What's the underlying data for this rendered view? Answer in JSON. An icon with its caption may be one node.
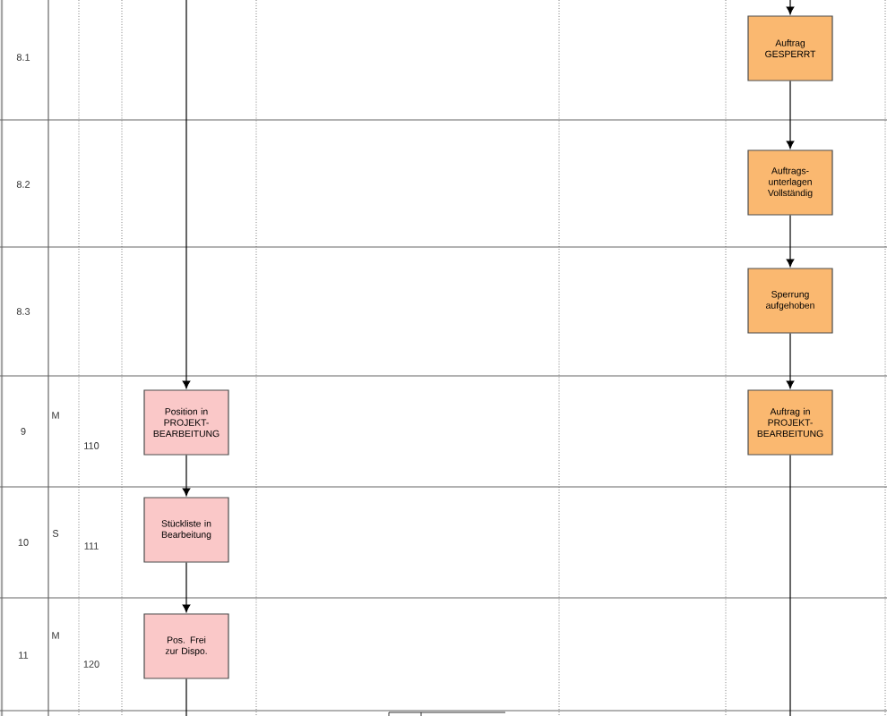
{
  "diagram": {
    "nodes": [
      {
        "text": [
          "Auftrag GESPERRT"
        ]
      },
      {
        "text": [
          "Auftrags- unterlagen Vollständig"
        ]
      },
      {
        "text": [
          "Sperrung aufgehoben"
        ]
      },
      {
        "text": [
          "Position in PROJEKT- BEARBEITUNG"
        ]
      },
      {
        "text": [
          "Auftrag in PROJEKT- BEARBEITUNG"
        ]
      },
      {
        "text": [
          "Stückliste in Bearbeitung"
        ]
      },
      {
        "text": [
          "Pos. Frei zur Dispo."
        ]
      }
    ],
    "edges": [
      {
        "from": null,
        "to": 0,
        "arrow": "to"
      },
      {
        "from": 0,
        "to": 1,
        "arrow": "to"
      },
      {
        "from": 1,
        "to": 2,
        "arrow": "to"
      },
      {
        "from": 2,
        "to": 4,
        "arrow": "to"
      },
      {
        "from": 4,
        "to": null,
        "arrow": "none"
      },
      {
        "from": null,
        "to": 3,
        "arrow": "to"
      },
      {
        "from": 3,
        "to": 5,
        "arrow": "to"
      },
      {
        "from": 5,
        "to": 6,
        "arrow": "to"
      },
      {
        "from": 6,
        "to": null,
        "arrow": "none"
      }
    ],
    "labels": [
      "8.1",
      "8.2",
      "8.3",
      "9",
      "M",
      "110",
      "10",
      "S",
      "111",
      "11",
      "M",
      "120"
    ]
  }
}
